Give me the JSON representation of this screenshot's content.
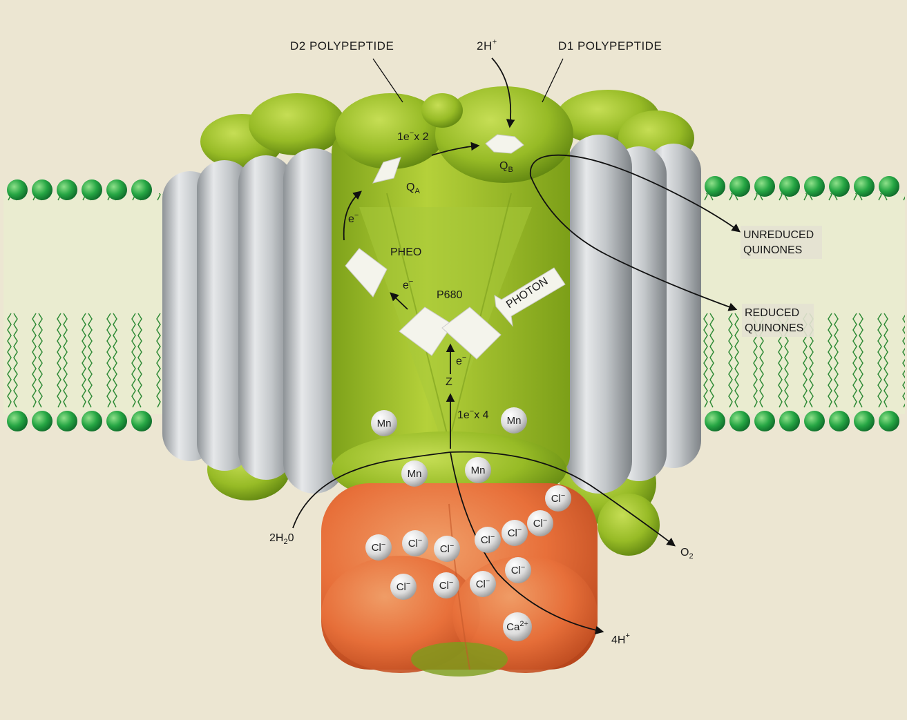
{
  "labels": {
    "d2_polypeptide": "D2 POLYPEPTIDE",
    "two_h_plus": "2H",
    "plus": "+",
    "d1_polypeptide": "D1 POLYPEPTIDE",
    "one_e_x2": "1e",
    "x2": "x 2",
    "q": "Q",
    "q_a_sub": "A",
    "q_b_sub": "B",
    "e_minus": "e",
    "minus": "−",
    "pheo": "PHEO",
    "p680": "P680",
    "photon": "PHOTON",
    "z": "Z",
    "one_e_x4": "1e",
    "x4": "x 4",
    "unreduced_1": "UNREDUCED",
    "unreduced_2": "QUINONES",
    "reduced_1": "REDUCED",
    "reduced_2": "QUINONES",
    "two_h2o_a": "2H",
    "two_h2o_sub": "2",
    "two_h2o_b": "0",
    "o2": "O",
    "o2_sub": "2",
    "four_h_plus": "4H",
    "mn": "Mn",
    "cl": "Cl",
    "ca": "Ca",
    "ca_charge": "2+"
  },
  "colors": {
    "background": "#ece6d2",
    "lipid_head": "#26a644",
    "protein_green": "#9cc024",
    "protein_dark_green": "#6e9414",
    "helix_gray": "#c4c8cb",
    "extrinsic_orange": "#e8703a",
    "ion_sphere": "#dcdcdc"
  }
}
